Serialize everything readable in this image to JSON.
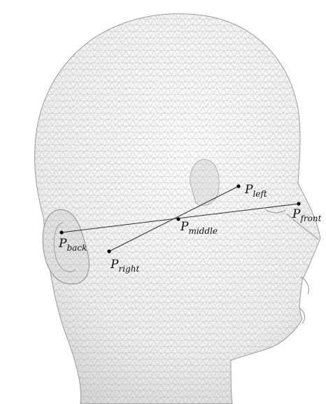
{
  "figure": {
    "subject": "3D triangulated head mesh with marked reference points",
    "mesh_color": "#8f8f8f",
    "shade_color": "#d9d9d9",
    "line_color": "#2a2a2a",
    "point_color": "#000000"
  },
  "points": {
    "left": {
      "base": "P",
      "sub": "left"
    },
    "front": {
      "base": "P",
      "sub": "front"
    },
    "middle": {
      "base": "P",
      "sub": "middle"
    },
    "back": {
      "base": "P",
      "sub": "back"
    },
    "right": {
      "base": "P",
      "sub": "right"
    }
  },
  "connections": [
    {
      "from": "back",
      "to": "front"
    },
    {
      "from": "right",
      "to": "left"
    }
  ]
}
